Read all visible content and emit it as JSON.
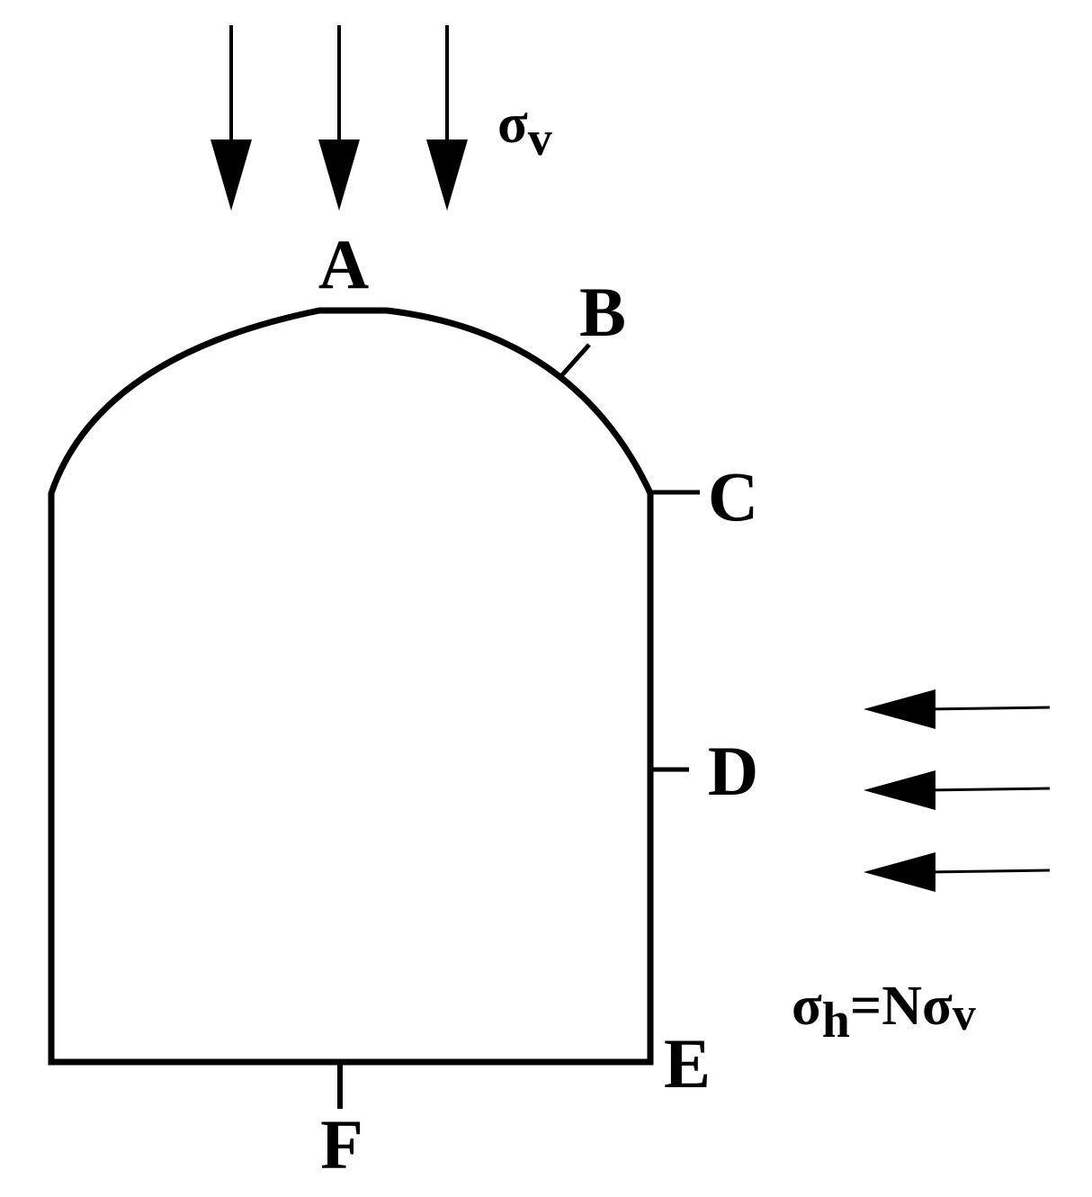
{
  "labels": {
    "A": "A",
    "B": "B",
    "C": "C",
    "D": "D",
    "E": "E",
    "F": "F"
  },
  "vertical_stress": {
    "symbol": "σ",
    "subscript": "v"
  },
  "horizontal_stress": {
    "symbol": "σ",
    "subscript": "h",
    "relation": "=Nσ",
    "relation_subscript": "v"
  },
  "colors": {
    "stroke": "#000000",
    "background": "#ffffff"
  }
}
